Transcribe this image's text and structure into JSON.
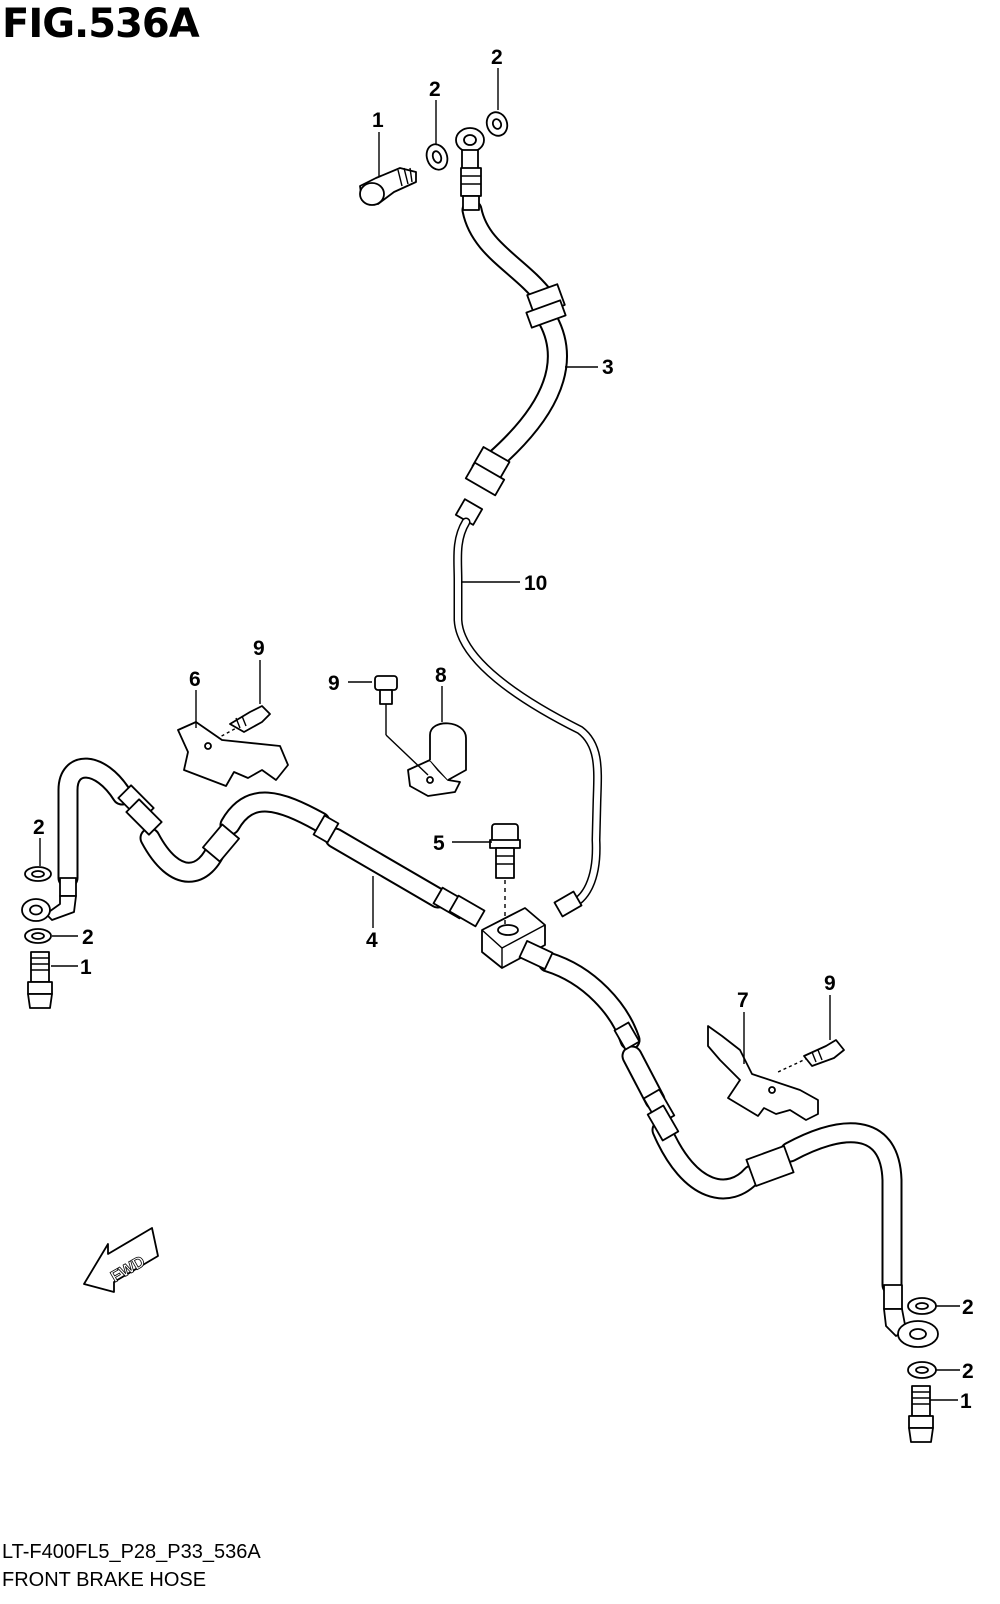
{
  "figure": {
    "title": "FIG.536A"
  },
  "callouts": [
    {
      "id": "c1a",
      "text": "1"
    },
    {
      "id": "c2a",
      "text": "2"
    },
    {
      "id": "c2b",
      "text": "2"
    },
    {
      "id": "c3",
      "text": "3"
    },
    {
      "id": "c10",
      "text": "10"
    },
    {
      "id": "c9a",
      "text": "9"
    },
    {
      "id": "c6",
      "text": "6"
    },
    {
      "id": "c9b",
      "text": "9"
    },
    {
      "id": "c8",
      "text": "8"
    },
    {
      "id": "c2c",
      "text": "2"
    },
    {
      "id": "c5",
      "text": "5"
    },
    {
      "id": "c2d",
      "text": "2"
    },
    {
      "id": "c1b",
      "text": "1"
    },
    {
      "id": "c4",
      "text": "4"
    },
    {
      "id": "c7",
      "text": "7"
    },
    {
      "id": "c9c",
      "text": "9"
    },
    {
      "id": "c2e",
      "text": "2"
    },
    {
      "id": "c2f",
      "text": "2"
    },
    {
      "id": "c1c",
      "text": "1"
    }
  ],
  "fwd_arrow": {
    "label": "FWD"
  },
  "footer": {
    "code": "LT-F400FL5_P28_P33_536A",
    "caption": "FRONT BRAKE HOSE"
  }
}
